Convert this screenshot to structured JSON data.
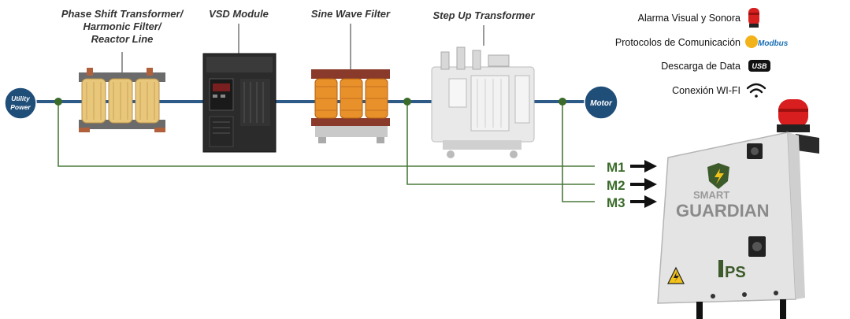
{
  "nodes": {
    "utility_line1": "Utility",
    "utility_line2": "Power",
    "motor": "Motor"
  },
  "components": {
    "transformer_line1": "Phase Shift Transformer/",
    "transformer_line2": "Harmonic Filter/",
    "transformer_line3": "Reactor Line",
    "vsd": "VSD Module",
    "sine_filter": "Sine Wave Filter",
    "step_up": "Step Up Transformer"
  },
  "features": {
    "alarm": "Alarma Visual y Sonora",
    "protocols": "Protocolos de Comunicación",
    "download": "Descarga de Data",
    "wifi": "Conexión WI-FI",
    "modbus_logo": "Modbus",
    "usb_logo": "USB"
  },
  "measurements": [
    "M1",
    "M2",
    "M3"
  ],
  "device": {
    "brand_line1": "SMART",
    "brand_line2": "GUARDIAN",
    "maker": "PS"
  },
  "colors": {
    "power_line": "#2e5a88",
    "measure_line": "#4a7a3a",
    "node_fill": "#1f4e79",
    "label_green": "#3a6b2a"
  }
}
